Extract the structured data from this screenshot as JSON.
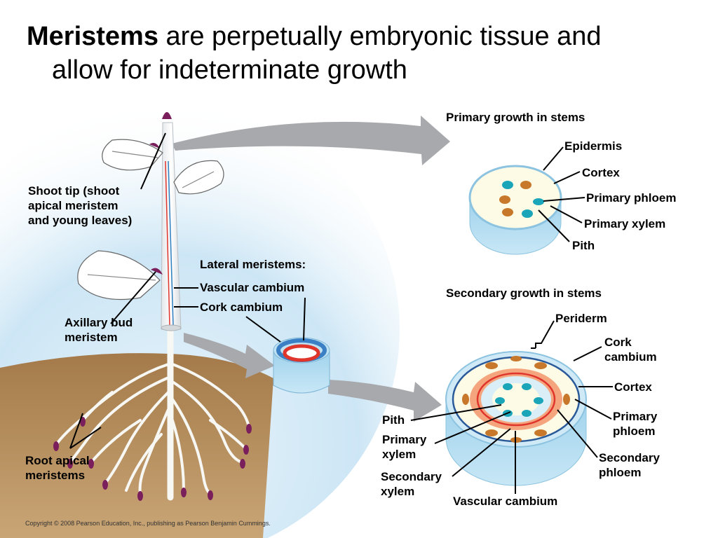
{
  "title": {
    "lead": "Meristems",
    "rest_line1": "are perpetually embryonic tissue and",
    "rest_line2": "allow for indeterminate growth"
  },
  "plant_labels": {
    "shoot_tip": [
      "Shoot tip (shoot",
      "apical meristem",
      "and young leaves)"
    ],
    "axillary_bud": [
      "Axillary bud",
      "meristem"
    ],
    "root_apical": [
      "Root apical",
      "meristems"
    ],
    "lateral_meristems": "Lateral meristems:",
    "vascular_cambium": "Vascular cambium",
    "cork_cambium": "Cork cambium"
  },
  "primary_growth": {
    "heading": "Primary growth in stems",
    "labels": {
      "epidermis": "Epidermis",
      "cortex": "Cortex",
      "primary_phloem": "Primary phloem",
      "primary_xylem": "Primary xylem",
      "pith": "Pith"
    }
  },
  "secondary_growth": {
    "heading": "Secondary growth in stems",
    "labels": {
      "periderm": "Periderm",
      "cork_cambium": [
        "Cork",
        "cambium"
      ],
      "cortex": "Cortex",
      "primary_phloem": [
        "Primary",
        "phloem"
      ],
      "secondary_phloem": [
        "Secondary",
        "phloem"
      ],
      "vascular_cambium": "Vascular cambium",
      "secondary_xylem": [
        "Secondary",
        "xylem"
      ],
      "primary_xylem": [
        "Primary",
        "xylem"
      ],
      "pith": "Pith"
    }
  },
  "copyright": "Copyright © 2008 Pearson Education, Inc., publishing as Pearson Benjamin Cummings.",
  "colors": {
    "sky": "#cfe8f6",
    "soil": "#b58e5c",
    "arrow_gray": "#a7a9ac",
    "phloem": "#c8782a",
    "xylem": "#1aa5b8",
    "cambium_red": "#e0352b",
    "cork_blue": "#3b7fc4",
    "tissue_cream": "#fdfbe6",
    "stem_blue": "#9fd2ec",
    "bud_purple": "#7a1f5c"
  }
}
